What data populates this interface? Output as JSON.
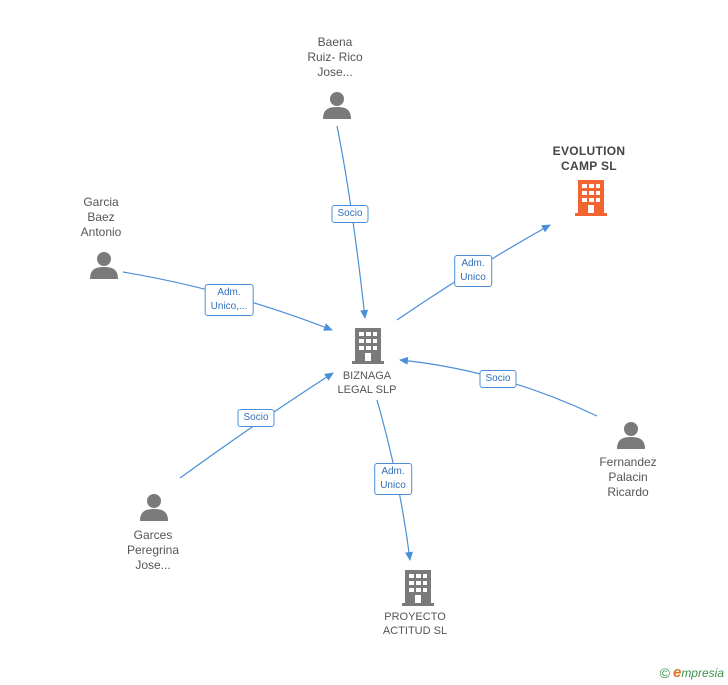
{
  "nodes": {
    "baena": {
      "type": "person",
      "lines": [
        "Baena",
        "Ruiz- Rico",
        "Jose..."
      ]
    },
    "evolution": {
      "type": "company-highlight",
      "lines": [
        "EVOLUTION",
        "CAMP  SL"
      ]
    },
    "garcia": {
      "type": "person",
      "lines": [
        "Garcia",
        "Baez",
        "Antonio"
      ]
    },
    "biznaga": {
      "type": "company",
      "lines": [
        "BIZNAGA",
        "LEGAL  SLP"
      ]
    },
    "fernandez": {
      "type": "person",
      "lines": [
        "Fernandez",
        "Palacin",
        "Ricardo"
      ]
    },
    "garces": {
      "type": "person",
      "lines": [
        "Garces",
        "Peregrina",
        "Jose..."
      ]
    },
    "proyecto": {
      "type": "company",
      "lines": [
        "PROYECTO",
        "ACTITUD  SL"
      ]
    }
  },
  "edges": [
    {
      "from": "baena",
      "to": "biznaga",
      "lines": [
        "Socio"
      ]
    },
    {
      "from": "biznaga",
      "to": "evolution",
      "lines": [
        "Adm.",
        "Unico"
      ]
    },
    {
      "from": "garcia",
      "to": "biznaga",
      "lines": [
        "Adm.",
        "Unico,..."
      ]
    },
    {
      "from": "fernandez",
      "to": "biznaga",
      "lines": [
        "Socio"
      ]
    },
    {
      "from": "garces",
      "to": "biznaga",
      "lines": [
        "Socio"
      ]
    },
    {
      "from": "biznaga",
      "to": "proyecto",
      "lines": [
        "Adm.",
        "Unico"
      ]
    }
  ],
  "colors": {
    "edge": "#4a8fd8",
    "person_icon": "#7a7a7a",
    "company_icon": "#7a7a7a",
    "company_highlight": "#f26430"
  },
  "footer": {
    "copyright": "©",
    "brand_initial": "e",
    "brand_rest": "mpresia"
  }
}
